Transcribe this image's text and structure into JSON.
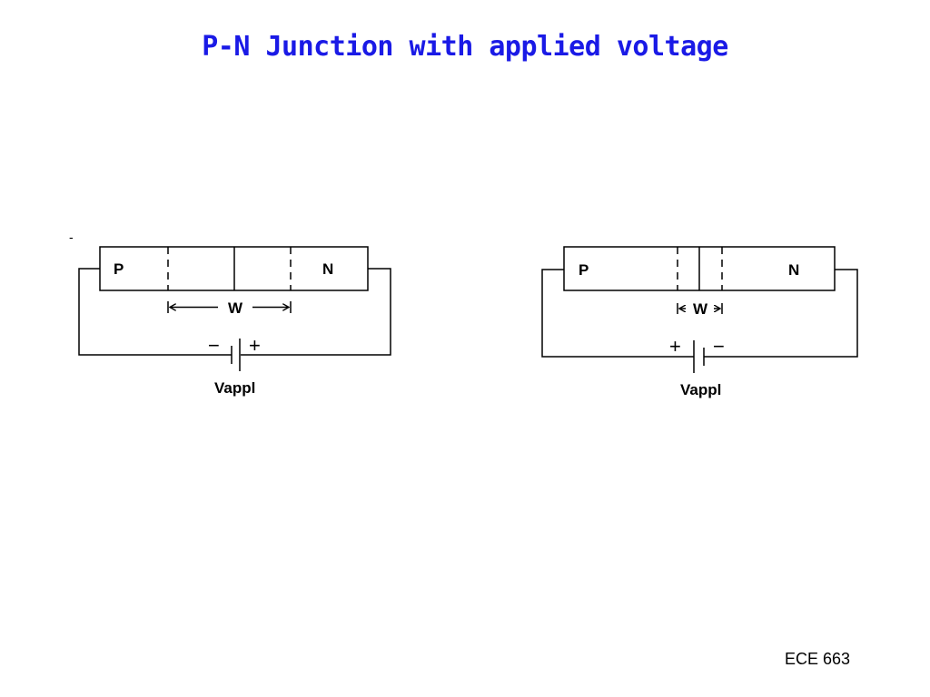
{
  "slide": {
    "title": "P-N Junction with applied voltage",
    "title_color": "#1a1ae6",
    "footer": "ECE 663",
    "stray_mark": "-"
  },
  "diagrams": [
    {
      "p_label": "P",
      "n_label": "N",
      "width_label": "W",
      "left_polarity": "−",
      "right_polarity": "+",
      "source_label": "Vappl"
    },
    {
      "p_label": "P",
      "n_label": "N",
      "width_label": "W",
      "left_polarity": "+",
      "right_polarity": "−",
      "source_label": "Vappl"
    }
  ]
}
